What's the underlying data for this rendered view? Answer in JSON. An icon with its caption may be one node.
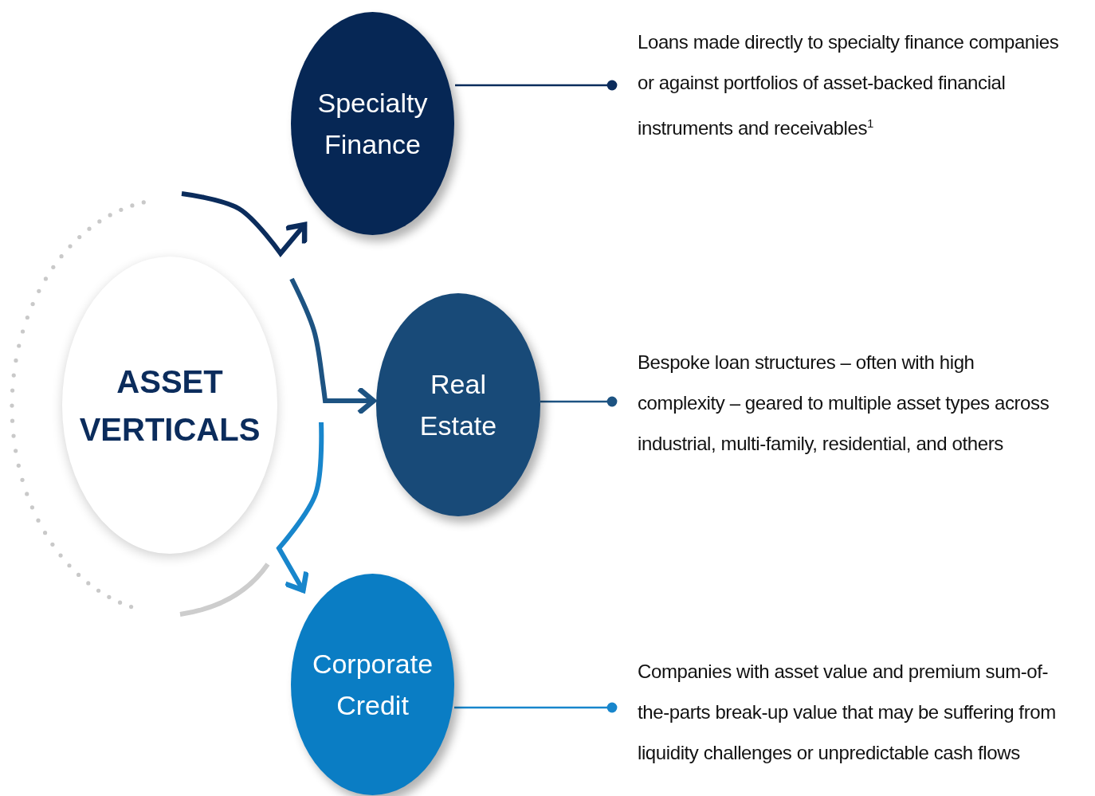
{
  "diagram": {
    "nodes": [
      {
        "text": [
          "ASSET VERTICALS"
        ]
      },
      {
        "text": [
          "Specialty Finance"
        ]
      },
      {
        "text": [
          "Real Estate"
        ]
      },
      {
        "text": [
          "Corporate Credit"
        ]
      },
      {
        "text": [
          "Loans made directly to specialty finance companies or against portfolios of asset-backed financial instruments and receivables$^{1}$"
        ]
      },
      {
        "text": [
          "Bespoke loan structures – often with high complexity – geared to multiple asset types across industrial, multi-family, residential, and others"
        ]
      },
      {
        "text": [
          "Companies with asset value and premium sum-of-the-parts break-up value that may be suffering from liquidity challenges or unpredictable cash flows"
        ]
      }
    ],
    "edges": [
      {
        "from": null,
        "to": 1,
        "arrow": "to",
        "style": "thick",
        "color": "#0b2c5c"
      },
      {
        "from": null,
        "to": 2,
        "arrow": "to",
        "style": "thick",
        "color": "#1d5382"
      },
      {
        "from": null,
        "to": 3,
        "arrow": "to",
        "style": "thick",
        "color": "#1886cc"
      },
      {
        "from": 1,
        "to": 4,
        "arrow": "other",
        "color": "#0b2c5c"
      },
      {
        "from": 2,
        "to": 5,
        "arrow": "other",
        "color": "#1d5382"
      },
      {
        "from": 3,
        "to": 6,
        "arrow": "other",
        "color": "#1886cc"
      }
    ]
  }
}
